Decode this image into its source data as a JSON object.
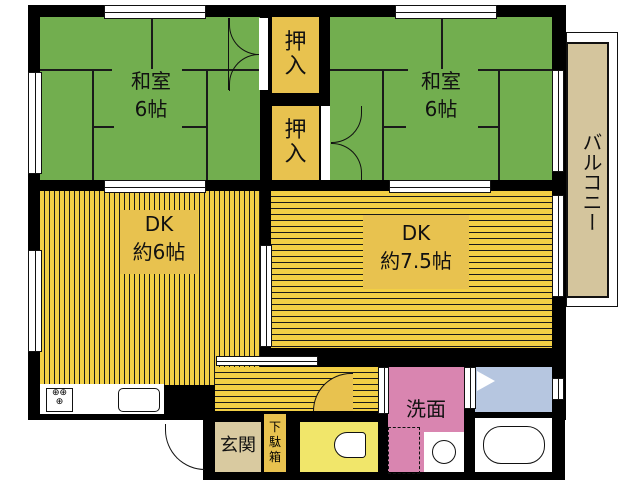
{
  "floorplan": {
    "rooms": [
      {
        "id": "washitsu-left",
        "name": "和室",
        "size": "6帖"
      },
      {
        "id": "washitsu-right",
        "name": "和室",
        "size": "6帖"
      },
      {
        "id": "dk-left",
        "name": "DK",
        "size": "約6帖"
      },
      {
        "id": "dk-right",
        "name": "DK",
        "size": "約7.5帖"
      },
      {
        "id": "oshiire-top",
        "name_line1": "押",
        "name_line2": "入"
      },
      {
        "id": "oshiire-bottom",
        "name_line1": "押",
        "name_line2": "入"
      },
      {
        "id": "balcony",
        "name": "バルコニー"
      },
      {
        "id": "entrance",
        "name": "玄関"
      },
      {
        "id": "shoe-box",
        "name_line1": "下",
        "name_line2": "駄",
        "name_line3": "箱"
      },
      {
        "id": "washroom",
        "name": "洗面"
      }
    ],
    "colors": {
      "tatami": "#72ae4f",
      "flooring": "#f2cf45",
      "closet": "#e8c24f",
      "balcony": "#d4c59d",
      "entrance": "#d9caa0",
      "toilet": "#f1e66a",
      "washroom": "#d985b0",
      "bathroom": "#b6c6e0",
      "wall": "#000000"
    }
  }
}
